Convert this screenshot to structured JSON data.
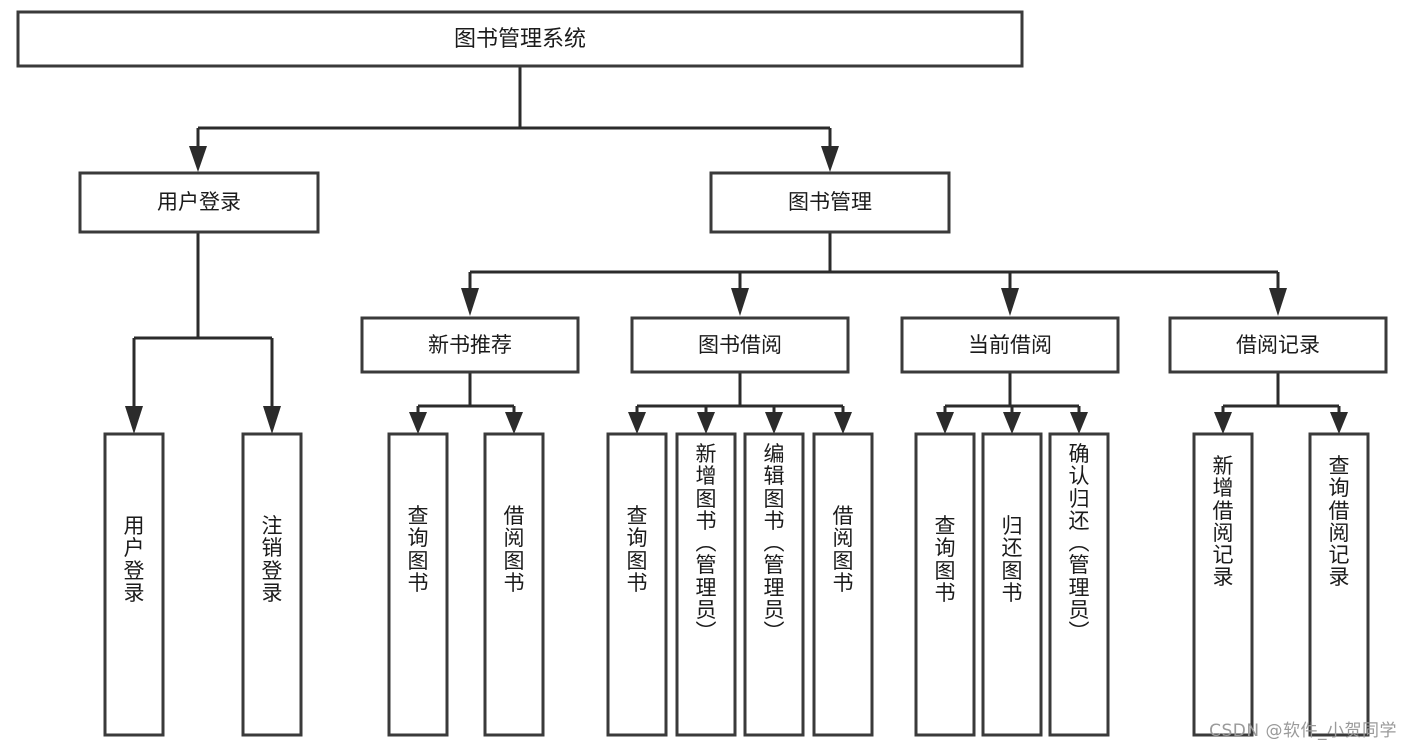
{
  "diagram": {
    "title": "图书管理系统",
    "type": "tree-hierarchy",
    "watermark": "CSDN @软件_小贺同学",
    "root": {
      "id": "root",
      "label": "图书管理系统"
    },
    "level2": [
      {
        "id": "user-login",
        "label": "用户登录"
      },
      {
        "id": "book-manage",
        "label": "图书管理"
      }
    ],
    "level3": [
      {
        "id": "new-book-recommend",
        "label": "新书推荐",
        "parent": "book-manage"
      },
      {
        "id": "book-borrow",
        "label": "图书借阅",
        "parent": "book-manage"
      },
      {
        "id": "current-borrow",
        "label": "当前借阅",
        "parent": "book-manage"
      },
      {
        "id": "borrow-record",
        "label": "借阅记录",
        "parent": "book-manage"
      }
    ],
    "leaves": {
      "user_login": [
        {
          "id": "leaf-user-login",
          "label": "用户登录"
        },
        {
          "id": "leaf-logout",
          "label": "注销登录"
        }
      ],
      "new_book_recommend": [
        {
          "id": "leaf-query-book-1",
          "label": "查询图书"
        },
        {
          "id": "leaf-borrow-book-1",
          "label": "借阅图书"
        }
      ],
      "book_borrow": [
        {
          "id": "leaf-query-book-2",
          "label": "查询图书"
        },
        {
          "id": "leaf-add-book",
          "label": "新增图书（管理员）"
        },
        {
          "id": "leaf-edit-book",
          "label": "编辑图书（管理员）"
        },
        {
          "id": "leaf-borrow-book-2",
          "label": "借阅图书"
        }
      ],
      "current_borrow": [
        {
          "id": "leaf-query-book-3",
          "label": "查询图书"
        },
        {
          "id": "leaf-return-book",
          "label": "归还图书"
        },
        {
          "id": "leaf-confirm-return",
          "label": "确认归还（管理员）"
        }
      ],
      "borrow_record": [
        {
          "id": "leaf-add-record",
          "label": "新增借阅记录"
        },
        {
          "id": "leaf-query-record",
          "label": "查询借阅记录"
        }
      ]
    },
    "colors": {
      "box_stroke": "#3a3a3a",
      "connector": "#2b2b2b",
      "background": "#ffffff",
      "text": "#1b1b1b",
      "watermark": "#9a9a9a"
    }
  }
}
